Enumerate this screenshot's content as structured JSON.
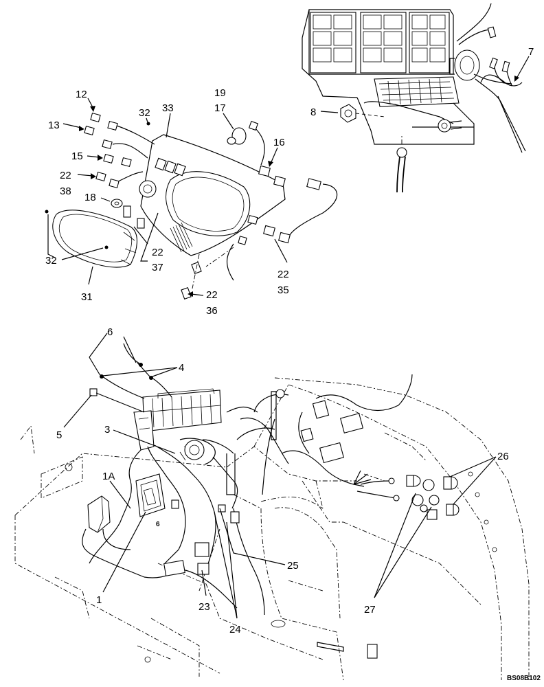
{
  "labels": {
    "l12": "12",
    "l13": "13",
    "l32a": "32",
    "l33": "33",
    "l19": "19",
    "l17": "17",
    "l15": "15",
    "l16": "16",
    "l22a": "22",
    "l38": "38",
    "l18": "18",
    "l22b": "22",
    "l37": "37",
    "l32b": "32",
    "l31": "31",
    "l22c": "22",
    "l35": "35",
    "l22d": "22",
    "l36": "36",
    "l7": "7",
    "l8": "8",
    "l6": "6",
    "l4": "4",
    "l5": "5",
    "l3": "3",
    "l1A": "1A",
    "l6small": "6",
    "l1": "1",
    "l26": "26",
    "l25": "25",
    "l23": "23",
    "l24": "24",
    "l27": "27"
  },
  "drawing_code": "BS08B102"
}
